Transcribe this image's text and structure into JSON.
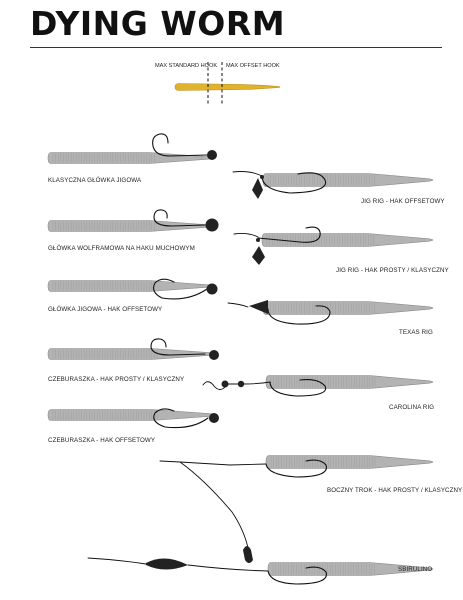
{
  "title": "DYING WORM",
  "hook_guide": {
    "standard_label": "MAX STANDARD HOOK",
    "offset_label": "MAX OFFSET HOOK",
    "worm_color": "#e0b22e"
  },
  "colors": {
    "worm_body": "#b3b3b3",
    "worm_outline": "#8a8a8a",
    "line": "#111111",
    "weight": "#222222"
  },
  "rigs": [
    {
      "label": "KLASYCZNA GŁÓWKA JIGOWA",
      "icon": "jig-head-icon"
    },
    {
      "label": "JIG RIG - HAK OFFSETOWY",
      "icon": "jig-rig-icon"
    },
    {
      "label": "GŁÓWKA WOLFRAMOWA NA HAKU MUCHOWYM",
      "icon": "tungsten-head-icon"
    },
    {
      "label": "JIG RIG - HAK PROSTY / KLASYCZNY",
      "icon": "jig-rig-icon"
    },
    {
      "label": "GŁÓWKA JIGOWA - HAK OFFSETOWY",
      "icon": "jig-head-offset-icon"
    },
    {
      "label": "TEXAS RIG",
      "icon": "bullet-weight-icon"
    },
    {
      "label": "CZEBURASZKA - HAK PROSTY / KLASYCZNY",
      "icon": "cheburashka-weight-icon"
    },
    {
      "label": "CAROLINA RIG",
      "icon": "carolina-rig-icon"
    },
    {
      "label": "CZEBURASZKA - HAK OFFSETOWY",
      "icon": "cheburashka-weight-icon"
    },
    {
      "label": "BOCZNY TROK - HAK PROSTY / KLASYCZNY",
      "icon": "drop-shot-icon"
    },
    {
      "label": "SBIRULINO",
      "icon": "sbirulino-float-icon"
    }
  ]
}
